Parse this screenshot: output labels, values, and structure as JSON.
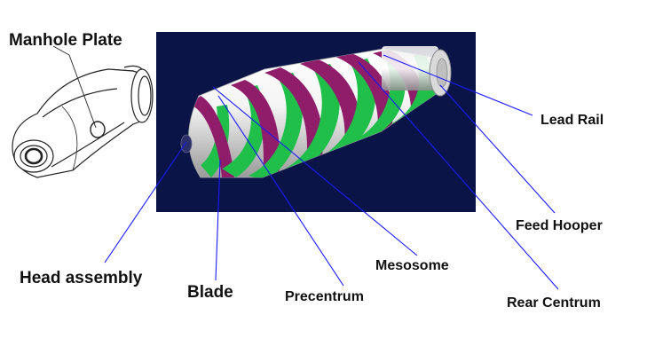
{
  "labels": {
    "manhole_plate": "Manhole Plate",
    "lead_rail": "Lead Rail",
    "feed_hooper": "Feed Hooper",
    "mesosome": "Mesosome",
    "head_assembly": "Head assembly",
    "blade": "Blade",
    "precentrum": "Precentrum",
    "rear_centrum": "Rear Centrum"
  },
  "colors": {
    "render_background": "#0a1447",
    "drum_body": "#f2f2f2",
    "blade_green": "#1fbf4a",
    "blade_purple": "#8f1d6a",
    "leader_line": "#1a1aff",
    "line_drawing": "#222222"
  }
}
